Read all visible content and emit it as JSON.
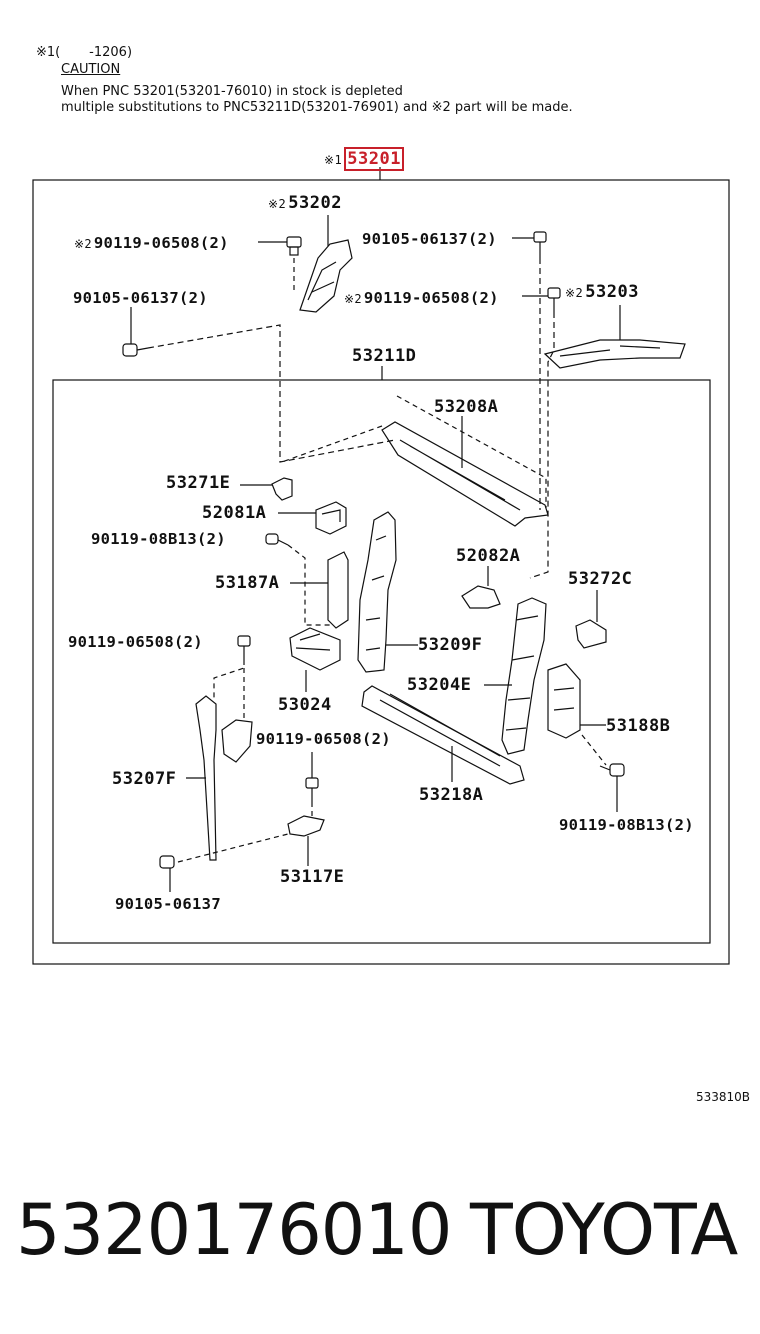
{
  "notes": {
    "line1_mark": "※1",
    "line1_text": "(       -1206)",
    "caution": "CAUTION",
    "line3": "When PNC 53201(53201-76010) in stock is depleted",
    "line4": "multiple substitutions to PNC53211D(53201-76901) and ※2 part will be made."
  },
  "labels": {
    "top_mark": "※1",
    "top_part": "53201",
    "p53202_mark": "※2",
    "p53202": "53202",
    "b1_mark": "※2",
    "b1": "90119-06508(2)",
    "b2": "90105-06137(2)",
    "b3": "90105-06137(2)",
    "b4_mark": "※2",
    "b4": "90119-06508(2)",
    "p53203_mark": "※2",
    "p53203": "53203",
    "p53211D": "53211D",
    "p53208A": "53208A",
    "p53271E": "53271E",
    "p52081A": "52081A",
    "b5": "90119-08B13(2)",
    "p52082A": "52082A",
    "p53272C": "53272C",
    "p53187A": "53187A",
    "b6": "90119-06508(2)",
    "p53209F": "53209F",
    "p53204E": "53204E",
    "p53024": "53024",
    "p53188B": "53188B",
    "b7": "90119-06508(2)",
    "p53207F": "53207F",
    "p53218A": "53218A",
    "b8": "90119-08B13(2)",
    "p53117E": "53117E",
    "b9": "90105-06137",
    "ref_code": "533810B"
  },
  "footer": {
    "part_number": "5320176010",
    "brand": "TOYOTA"
  },
  "colors": {
    "highlight": "#c8202a",
    "ink": "#111111"
  }
}
